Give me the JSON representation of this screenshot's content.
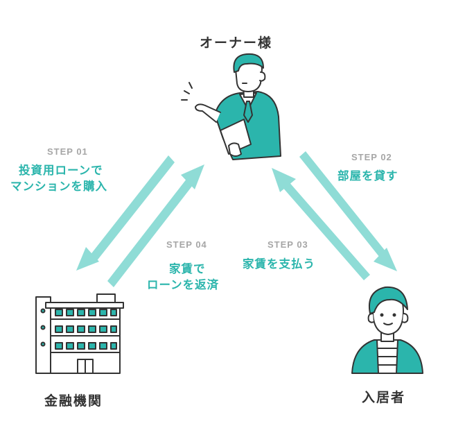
{
  "nodes": {
    "owner": "オーナー様",
    "bank": "金融機関",
    "tenant": "入居者"
  },
  "steps": [
    {
      "num": "STEP 01",
      "lines": [
        "投資用ローンで",
        "マンションを購入"
      ]
    },
    {
      "num": "STEP 02",
      "lines": [
        "部屋を貸す"
      ]
    },
    {
      "num": "STEP 03",
      "lines": [
        "家賃を支払う"
      ]
    },
    {
      "num": "STEP 04",
      "lines": [
        "家賃で",
        "ローンを返済"
      ]
    }
  ],
  "colors": {
    "teal": "#2bb5ac",
    "arrow": "#8fdcd6",
    "dark": "#333333",
    "gray": "#a6a6a6"
  }
}
